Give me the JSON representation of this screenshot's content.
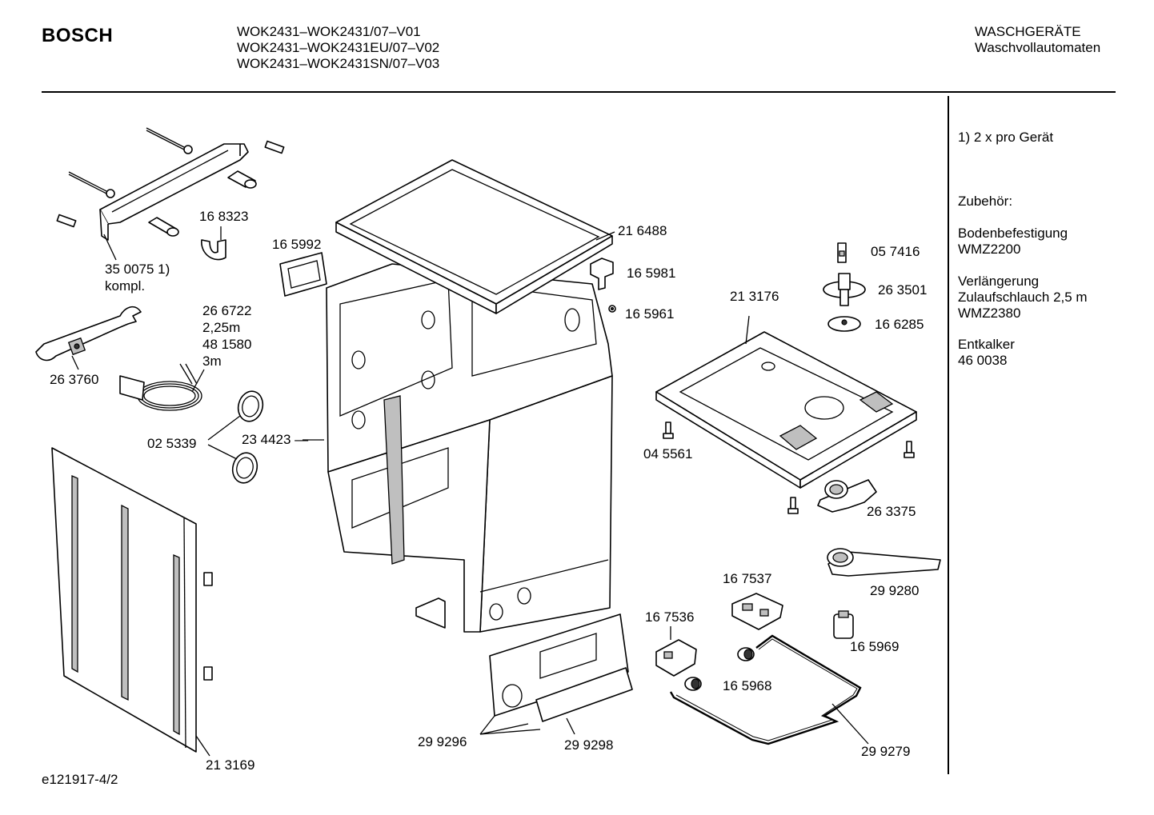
{
  "header": {
    "brand": "BOSCH",
    "models": [
      "WOK2431–WOK2431/07–V01",
      "WOK2431–WOK2431EU/07–V02",
      "WOK2431–WOK2431SN/07–V03"
    ],
    "category_title": "WASCHGERÄTE",
    "category_subtitle": "Waschvollautomaten"
  },
  "sidebar": {
    "note": "1)  2 x pro Gerät",
    "accessories_title": "Zubehör:",
    "accessories": [
      {
        "line1": "Bodenbefestigung",
        "line2": "WMZ2200",
        "line3": ""
      },
      {
        "line1": "Verlängerung",
        "line2": "Zulaufschlauch 2,5 m",
        "line3": "WMZ2380"
      },
      {
        "line1": "Entkalker",
        "line2": "46 0038",
        "line3": ""
      }
    ]
  },
  "footer": {
    "doc_id": "e121917-4/2"
  },
  "parts": [
    {
      "id": "p350075a",
      "text": "35 0075 1)"
    },
    {
      "id": "p350075b",
      "text": "kompl."
    },
    {
      "id": "p168323",
      "text": "16 8323"
    },
    {
      "id": "p165992",
      "text": "16 5992"
    },
    {
      "id": "p216488",
      "text": "21 6488"
    },
    {
      "id": "p165981",
      "text": "16 5981"
    },
    {
      "id": "p165961",
      "text": "16 5961"
    },
    {
      "id": "p266722",
      "text": "26 6722"
    },
    {
      "id": "p225m",
      "text": "2,25m"
    },
    {
      "id": "p481580",
      "text": "48 1580"
    },
    {
      "id": "p3m",
      "text": "3m"
    },
    {
      "id": "p263760",
      "text": "26 3760"
    },
    {
      "id": "p025339",
      "text": "02 5339"
    },
    {
      "id": "p234423",
      "text": "23 4423 —"
    },
    {
      "id": "p057416",
      "text": "05 7416"
    },
    {
      "id": "p263501",
      "text": "26 3501"
    },
    {
      "id": "p166285",
      "text": "16 6285"
    },
    {
      "id": "p213176",
      "text": "21 3176"
    },
    {
      "id": "p045561",
      "text": "04 5561"
    },
    {
      "id": "p263375",
      "text": "26 3375"
    },
    {
      "id": "p167537",
      "text": "16 7537"
    },
    {
      "id": "p299280",
      "text": "29 9280"
    },
    {
      "id": "p167536",
      "text": "16 7536"
    },
    {
      "id": "p165969",
      "text": "16 5969"
    },
    {
      "id": "p165968",
      "text": "16 5968"
    },
    {
      "id": "p299296",
      "text": "29 9296"
    },
    {
      "id": "p299298",
      "text": "29 9298"
    },
    {
      "id": "p299279",
      "text": "29 9279"
    },
    {
      "id": "p213169",
      "text": "21 3169"
    }
  ]
}
